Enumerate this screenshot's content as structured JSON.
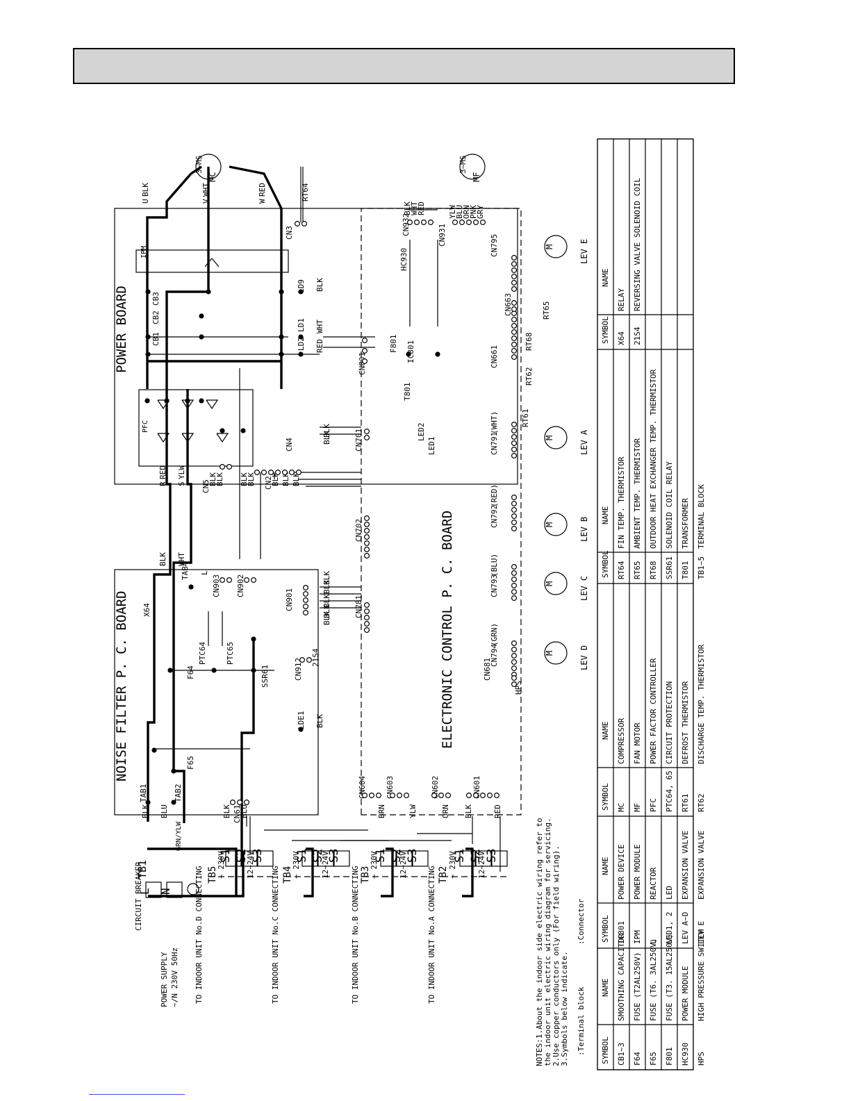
{
  "boards": {
    "noise_filter": "NOISE FILTER P. C. BOARD",
    "power": "POWER BOARD",
    "control": "ELECTRONIC CONTROL P. C. BOARD"
  },
  "components": {
    "ipm": "IPM",
    "pfc": "PFC",
    "x64": "X64",
    "ssr61": "SSR61",
    "f64": "F64",
    "f65": "F65",
    "f801": "F801",
    "ic801": "IC801",
    "t801": "T801",
    "hc930": "HC930",
    "reactor": "L",
    "cb1": "CB1",
    "cb2": "CB2",
    "cb3": "CB3",
    "ptc64": "PTC64",
    "ptc65": "PTC65",
    "ld1": "LD1",
    "ld2": "LD2",
    "ld9": "LD9",
    "lde1": "LDE1",
    "led1": "LED1",
    "led2": "LED2",
    "tab1": "TAB1",
    "tab2": "TAB2",
    "tab4": "TAB4",
    "s21s4": "21S4",
    "rt64": "RT64",
    "rt61": "RT61",
    "rt62": "RT62",
    "rt68": "RT68",
    "rt65": "RT65",
    "hps": "HPS",
    "mc": "MC",
    "mf": "MF",
    "ms": "MS",
    "ms3": "3~",
    "lev_a": "LEV A",
    "lev_b": "LEV B",
    "lev_c": "LEV C",
    "lev_d": "LEV D",
    "lev_e": "LEV E"
  },
  "connectors": {
    "cn3": "CN3",
    "cn4": "CN4",
    "cn5": "CN5",
    "cn2": "CN2",
    "cn701": "CN701",
    "cn702": "CN702",
    "cn801": "CN801",
    "cn932": "CN932",
    "cn931": "CN931",
    "cn795": "CN795",
    "cn663": "CN663",
    "cn661": "CN661",
    "cn791": "CN791",
    "cn792": "CN792",
    "cn793": "CN793",
    "cn794": "CN794",
    "cn681": "CN681",
    "cn781": "CN781",
    "cn901": "CN901",
    "cn903": "CN903",
    "cn902": "CN902",
    "cn912": "CN912",
    "cn61": "CN61",
    "cn601": "CN601",
    "cn602": "CN602",
    "cn603": "CN603",
    "cn604": "CN604",
    "wht_note": "(WHT)",
    "red_note": "(RED)",
    "blu_note": "(BLU)",
    "grn_note": "(GRN)"
  },
  "wires": {
    "blk": "BLK",
    "blu": "BLU",
    "wht": "WHT",
    "red": "RED",
    "ylw": "YLW",
    "brn": "BRN",
    "grn": "GRN",
    "orn": "ORN",
    "pnk": "PNK",
    "gry": "GRY",
    "grn_ylw": "GRN/YLW",
    "u": "U",
    "v": "V",
    "w": "W",
    "r": "R",
    "s": "S"
  },
  "terminals": {
    "tb1": "TB1",
    "tb2": "TB2",
    "tb3": "TB3",
    "tb4": "TB4",
    "tb5": "TB5",
    "l": "L",
    "n": "N",
    "s1": "S1",
    "s2": "S2",
    "s3": "S3",
    "v230": "~ 230V",
    "v1224": "12~24V",
    "breaker": "CIRCUIT BREAKER",
    "power_supply": "POWER SUPPLY",
    "power_spec": "~/N 230V 50Hz",
    "unit_a": "TO INDOOR UNIT No.A CONNECTING",
    "unit_b": "TO INDOOR UNIT No.B CONNECTING",
    "unit_c": "TO INDOOR UNIT No.C CONNECTING",
    "unit_d": "TO INDOOR UNIT No.D CONNECTING"
  },
  "notes": [
    "NOTES:1.About the indoor side electric wiring refer to",
    "the indoor unit electric wiring diagram for servicing.",
    "2.Use copper conductors only (For field wiring).",
    "3.Symbols below indicate.",
    ":Terminal block",
    ":Connector"
  ],
  "legend": {
    "headers": [
      "SYMBOL",
      "NAME"
    ],
    "columns": [
      [
        [
          "CB1~3",
          "SMOOTHING CAPACITOR"
        ],
        [
          "F64",
          "FUSE (T2AL250V)"
        ],
        [
          "F65",
          "FUSE (T6. 3AL250V)"
        ],
        [
          "F801",
          "FUSE (T3. 15AL250V)"
        ],
        [
          "HC930",
          "POWER MODULE"
        ],
        [
          "HPS",
          "HIGH PRESSURE SWITCH"
        ]
      ],
      [
        [
          "IC801",
          "POWER DEVICE"
        ],
        [
          "IPM",
          "POWER MODULE"
        ],
        [
          "L",
          "REACTOR"
        ],
        [
          "LED1, 2",
          "LED"
        ],
        [
          "LEV A~D",
          "EXPANSION VALVE"
        ],
        [
          "LEV E",
          "EXPANSION VALVE"
        ]
      ],
      [
        [
          "MC",
          "COMPRESSOR"
        ],
        [
          "MF",
          "FAN MOTOR"
        ],
        [
          "PFC",
          "POWER FACTOR CONTROLLER"
        ],
        [
          "PTC64, 65",
          "CIRCUIT PROTECTION"
        ],
        [
          "RT61",
          "DEFROST THERMISTOR"
        ],
        [
          "RT62",
          "DISCHARGE TEMP. THERMISTOR"
        ]
      ],
      [
        [
          "RT64",
          "FIN TEMP. THERMISTOR"
        ],
        [
          "RT65",
          "AMBIENT TEMP. THERMISTOR"
        ],
        [
          "RT68",
          "OUTDOOR HEAT EXCHANGER TEMP. THERMISTOR"
        ],
        [
          "SSR61",
          "SOLENOID COIL RELAY"
        ],
        [
          "T801",
          "TRANSFORMER"
        ],
        [
          "TB1~5",
          "TERMINAL BLOCK"
        ]
      ],
      [
        [
          "X64",
          "RELAY"
        ],
        [
          "21S4",
          "REVERSING VALVE SOLENOID COIL"
        ],
        [
          "",
          ""
        ],
        [
          "",
          ""
        ],
        [
          "",
          ""
        ],
        [
          "",
          ""
        ]
      ]
    ]
  }
}
